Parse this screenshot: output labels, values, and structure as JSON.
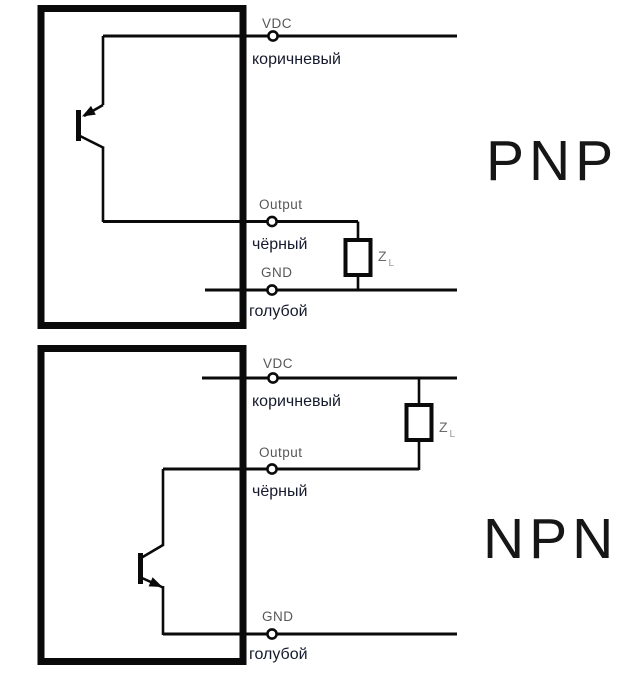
{
  "colors": {
    "wire": "#0a0a0a",
    "signal_label": "#575757",
    "wire_color_label": "#151b2c",
    "load_label": "#6a6a6a",
    "load_sub_label": "#9a9a9a",
    "background": "#ffffff"
  },
  "pnp": {
    "title": "PNP",
    "transistor_type": "PNP",
    "terminals": [
      {
        "signal": "VDC",
        "wire_color": "коричневый"
      },
      {
        "signal": "Output",
        "wire_color": "чёрный"
      },
      {
        "signal": "GND",
        "wire_color": "голубой"
      }
    ],
    "load": {
      "label": "Z",
      "sub": "L"
    }
  },
  "npn": {
    "title": "NPN",
    "transistor_type": "NPN",
    "terminals": [
      {
        "signal": "VDC",
        "wire_color": "коричневый"
      },
      {
        "signal": "Output",
        "wire_color": "чёрный"
      },
      {
        "signal": "GND",
        "wire_color": "голубой"
      }
    ],
    "load": {
      "label": "Z",
      "sub": "L"
    }
  }
}
